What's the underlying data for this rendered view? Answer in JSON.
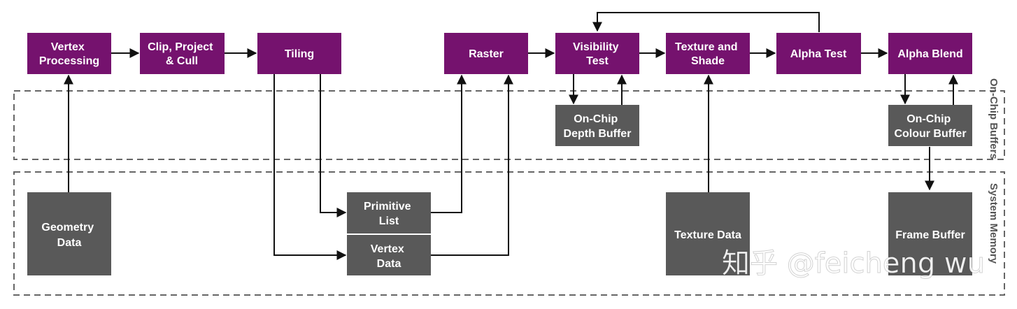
{
  "regions": {
    "on_chip_buffers": "On-Chip Buffers",
    "system_memory": "System Memory"
  },
  "stages": {
    "vertex_processing": [
      "Vertex",
      "Processing"
    ],
    "clip_project_cull": [
      "Clip, Project",
      "& Cull"
    ],
    "tiling": [
      "Tiling"
    ],
    "raster": [
      "Raster"
    ],
    "visibility_test": [
      "Visibility",
      "Test"
    ],
    "texture_and_shade": [
      "Texture and",
      "Shade"
    ],
    "alpha_test": [
      "Alpha Test"
    ],
    "alpha_blend": [
      "Alpha Blend"
    ]
  },
  "buffers": {
    "on_chip_depth_buffer": [
      "On-Chip",
      "Depth Buffer"
    ],
    "on_chip_colour_buffer": [
      "On-Chip",
      "Colour Buffer"
    ]
  },
  "memory": {
    "geometry_data": [
      "Geometry",
      "Data"
    ],
    "primitive_list": [
      "Primitive",
      "List"
    ],
    "vertex_data": [
      "Vertex",
      "Data"
    ],
    "texture_data": [
      "Texture Data"
    ],
    "frame_buffer": [
      "Frame Buffer"
    ]
  },
  "watermark": "知乎 @feicheng wu",
  "colors": {
    "stage_fill": "#75126e",
    "memory_fill": "#595959",
    "region_border": "#666666"
  }
}
